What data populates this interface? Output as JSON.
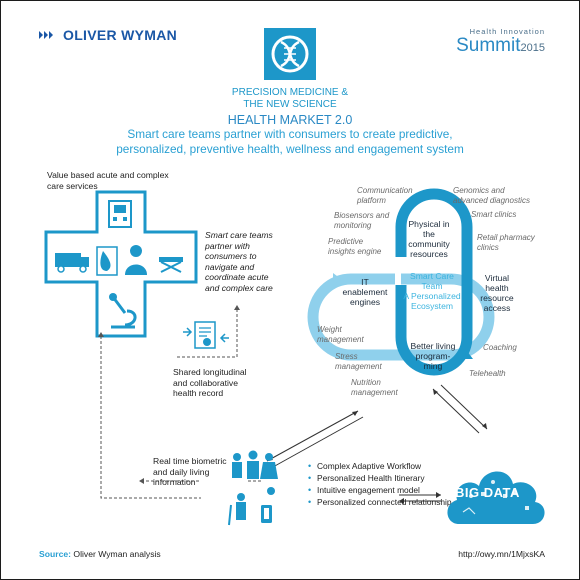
{
  "brand": {
    "name": "OLIVER WYMAN",
    "logo_icon": "wave-logo-icon"
  },
  "event": {
    "line1": "Health Innovation",
    "line2": "Summit",
    "year": "2015"
  },
  "topic": {
    "line1": "PRECISION MEDICINE &",
    "line2": "THE NEW SCIENCE",
    "icon": "dna-helix-icon"
  },
  "title": "HEALTH MARKET 2.0",
  "subtitle": {
    "line1": "Smart care teams partner with consumers to create predictive,",
    "line2": "personalized, preventive health, wellness and engagement system"
  },
  "care_services": {
    "line1": "Value based acute and complex",
    "line2": "care services"
  },
  "cross_text": {
    "lines": [
      "Smart care teams",
      "partner with",
      "consumers to",
      "navigate and",
      "coordinate acute",
      "and complex care"
    ]
  },
  "record": {
    "line1": "Shared longitudinal",
    "line2": "and collaborative",
    "line3": "health record"
  },
  "loop": {
    "quadrants": {
      "top": [
        "Physical in",
        "the",
        "community",
        "resources"
      ],
      "left": [
        "IT",
        "enablement",
        "engines"
      ],
      "right": [
        "Virtual",
        "health",
        "resource",
        "access"
      ],
      "bottom": [
        "Better living",
        "program-",
        "ming"
      ]
    },
    "center": [
      "Smart Care",
      "Team",
      "A Personalized",
      "Ecosystem"
    ],
    "outer_labels": {
      "communication": [
        "Communication",
        "platform"
      ],
      "genomics": [
        "Genomics and",
        "advanced diagnostics"
      ],
      "biosensors": [
        "Biosensors and",
        "monitoring"
      ],
      "smart_clinics": "Smart clinics",
      "retail": [
        "Retail pharmacy",
        "clinics"
      ],
      "predictive": [
        "Predictive",
        "insights engine"
      ],
      "weight": [
        "Weight",
        "management"
      ],
      "coaching": "Coaching",
      "stress": [
        "Stress",
        "management"
      ],
      "telehealth": "Telehealth",
      "nutrition": [
        "Nutrition",
        "management"
      ]
    }
  },
  "biometric": {
    "line1": "Real time biometric",
    "line2": "and daily living",
    "line3": "information"
  },
  "bullets": [
    "Complex Adaptive Workflow",
    "Personalized Health Itinerary",
    "Intuitive engagement model",
    "Personalized connected relationship"
  ],
  "big_data": "BIG DATA",
  "source": {
    "label": "Source:",
    "text": "Oliver Wyman analysis"
  },
  "url": "http://owy.mn/1MjxsKA",
  "colors": {
    "blue": "#1d97c9",
    "dark_blue": "#1a57a6",
    "light_blue": "#8fd0ec",
    "pale_blue": "#c9e8f6"
  }
}
